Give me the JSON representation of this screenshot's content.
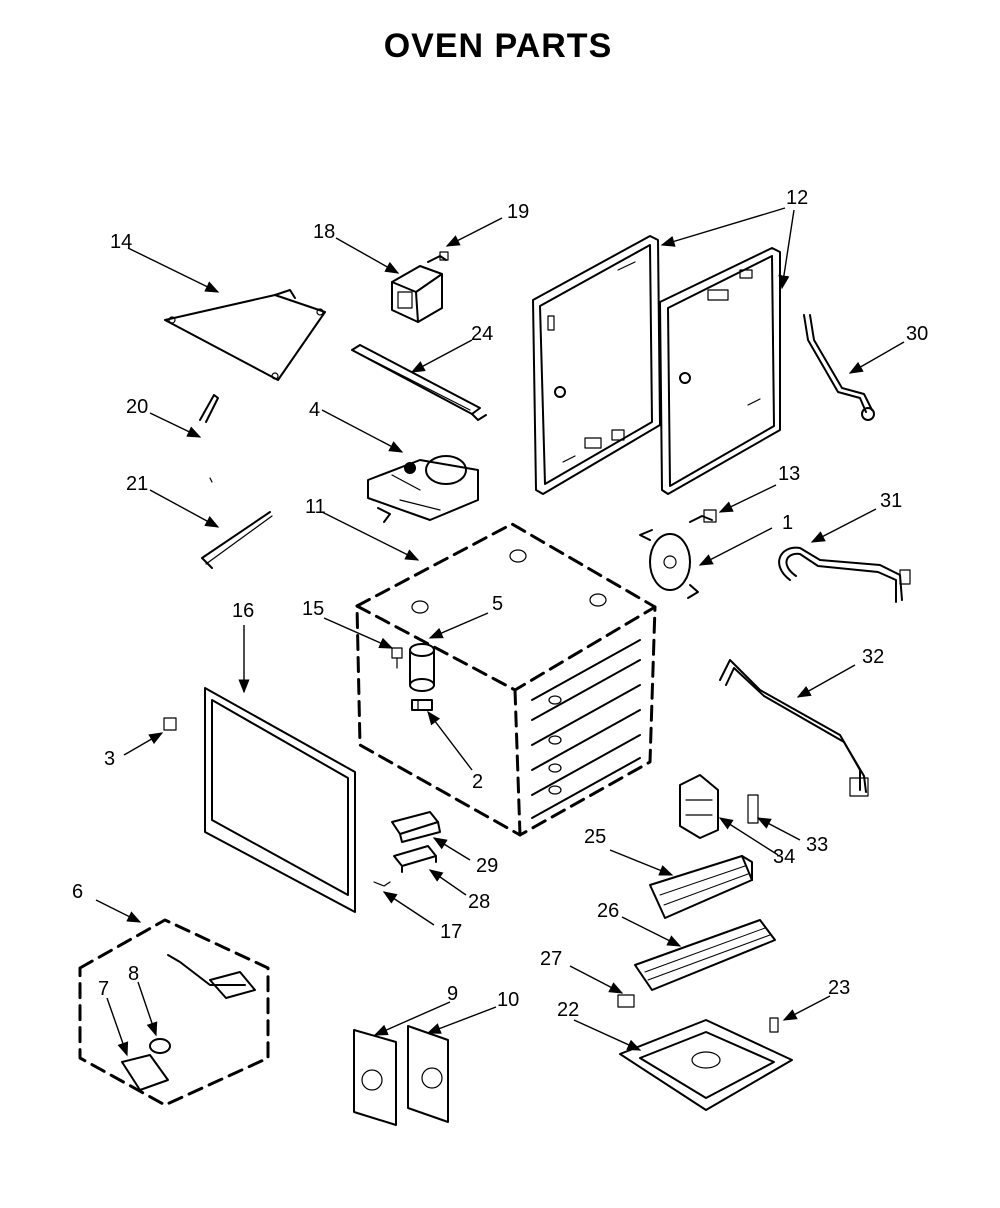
{
  "title": "OVEN PARTS",
  "callouts": {
    "c1": "1",
    "c2": "2",
    "c3": "3",
    "c4": "4",
    "c5": "5",
    "c6": "6",
    "c7": "7",
    "c8": "8",
    "c9": "9",
    "c10": "10",
    "c11": "11",
    "c12": "12",
    "c13": "13",
    "c14": "14",
    "c15": "15",
    "c16": "16",
    "c17": "17",
    "c18": "18",
    "c19": "19",
    "c20": "20",
    "c21": "21",
    "c22": "22",
    "c23": "23",
    "c24": "24",
    "c25": "25",
    "c26": "26",
    "c27": "27",
    "c28": "28",
    "c29": "29",
    "c30": "30",
    "c31": "31",
    "c32": "32",
    "c33": "33",
    "c34": "34"
  }
}
